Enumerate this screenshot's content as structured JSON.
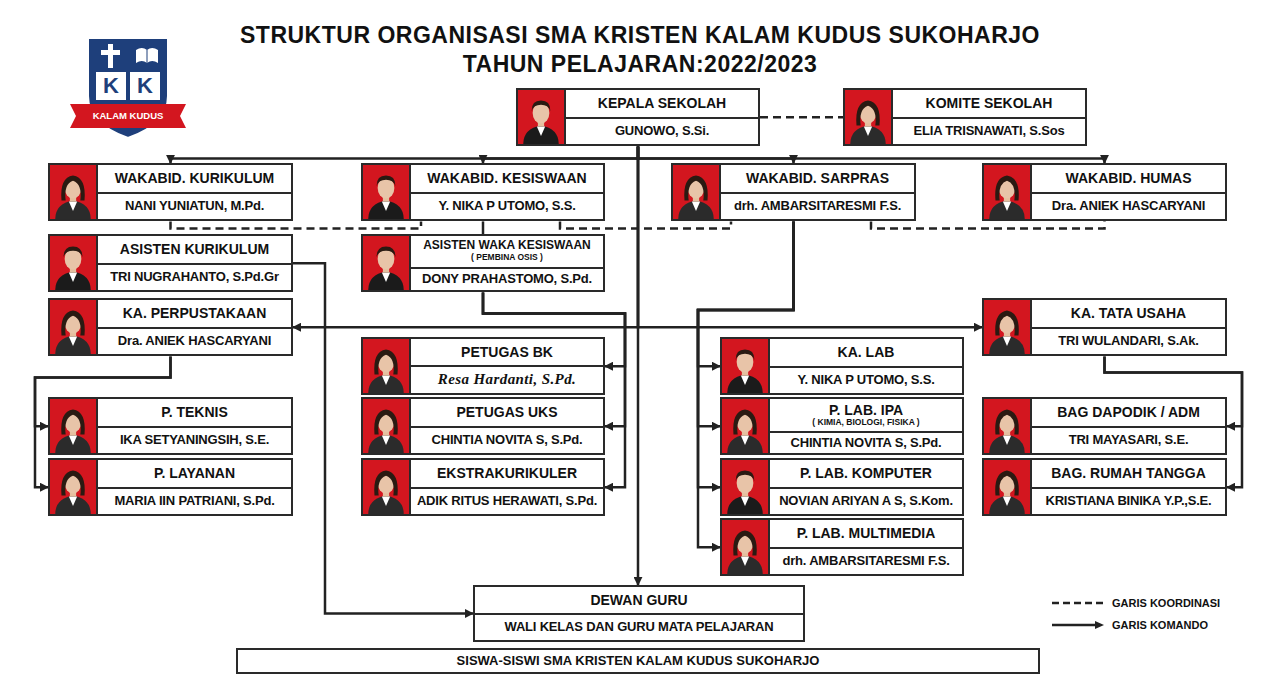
{
  "diagram": {
    "title": "STRUKTUR ORGANISASI SMA KRISTEN KALAM KUDUS SUKOHARJO",
    "nodes": [
      {
        "text": [
          "KEPALA SEKOLAH",
          "GUNOWO, S.Si."
        ]
      },
      {
        "text": [
          "KOMITE SEKOLAH",
          "ELIA TRISNAWATI, S.Sos"
        ]
      },
      {
        "text": [
          "WAKABID. KURIKULUM",
          "NANI YUNIATUN, M.Pd."
        ]
      },
      {
        "text": [
          "WAKABID. KESISWAAN",
          "Y. NIKA P UTOMO, S.S."
        ]
      },
      {
        "text": [
          "WAKABID. SARPRAS",
          "drh. AMBARSITARESMI F.S."
        ]
      },
      {
        "text": [
          "WAKABID. HUMAS",
          "Dra. ANIEK HASCARYANI"
        ]
      },
      {
        "text": [
          "ASISTEN KURIKULUM",
          "TRI NUGRAHANTO, S.Pd.Gr"
        ]
      },
      {
        "text": [
          "ASISTEN WAKA KESISWAAN",
          "( PEMBINA OSIS )",
          "DONY PRAHASTOMO, S.Pd."
        ]
      },
      {
        "text": [
          "KA. PERPUSTAKAAN",
          "Dra. ANIEK HASCARYANI"
        ]
      },
      {
        "text": [
          "KA. TATA USAHA",
          "TRI WULANDARI, S.Ak."
        ]
      },
      {
        "text": [
          "PETUGAS BK",
          "Resa Hardanti, S.Pd."
        ]
      },
      {
        "text": [
          "KA. LAB",
          "Y. NIKA P UTOMO, S.S."
        ]
      },
      {
        "text": [
          "P. TEKNIS",
          "IKA SETYANINGSIH, S.E."
        ]
      },
      {
        "text": [
          "PETUGAS UKS",
          "CHINTIA NOVITA S, S.Pd."
        ]
      },
      {
        "text": [
          "P. LAB. IPA",
          "( KIMIA, BIOLOGI, FISIKA )",
          "CHINTIA NOVITA S, S.Pd."
        ]
      },
      {
        "text": [
          "BAG DAPODIK / ADM",
          "TRI MAYASARI, S.E."
        ]
      },
      {
        "text": [
          "P. LAYANAN",
          "MARIA IIN PATRIANI, S.Pd."
        ]
      },
      {
        "text": [
          "EKSTRAKURIKULER",
          "ADIK RITUS HERAWATI, S.Pd."
        ]
      },
      {
        "text": [
          "P. LAB. KOMPUTER",
          "NOVIAN ARIYAN A S, S.Kom."
        ]
      },
      {
        "text": [
          "BAG. RUMAH TANGGA",
          "KRISTIANA BINIKA Y.P.,S.E."
        ]
      },
      {
        "text": [
          "P. LAB. MULTIMEDIA",
          "drh. AMBARSITARESMI F.S."
        ]
      },
      {
        "text": [
          "DEWAN GURU",
          "WALI KELAS DAN GURU MATA PELAJARAN"
        ]
      },
      {
        "text": [
          "SISWA-SISWI SMA KRISTEN KALAM KUDUS SUKOHARJO"
        ]
      }
    ],
    "edges": [
      {
        "from": 0,
        "to": 1,
        "arrow": "none"
      },
      {
        "from": 0,
        "to": 2,
        "arrow": "to"
      },
      {
        "from": 0,
        "to": 3,
        "arrow": "to"
      },
      {
        "from": 0,
        "to": 4,
        "arrow": "to"
      },
      {
        "from": 0,
        "to": 5,
        "arrow": "to"
      },
      {
        "from": 0,
        "to": 8,
        "arrow": "to"
      },
      {
        "from": 0,
        "to": 9,
        "arrow": "to"
      },
      {
        "from": 0,
        "to": 21,
        "arrow": "to"
      },
      {
        "from": 2,
        "to": 3,
        "arrow": "none"
      },
      {
        "from": 3,
        "to": 4,
        "arrow": "none"
      },
      {
        "from": 4,
        "to": 5,
        "arrow": "none"
      },
      {
        "from": 3,
        "to": 7,
        "arrow": "none"
      },
      {
        "from": 6,
        "to": 21,
        "arrow": "to"
      },
      {
        "from": 7,
        "to": 10,
        "arrow": "to"
      },
      {
        "from": 7,
        "to": 13,
        "arrow": "to"
      },
      {
        "from": 7,
        "to": 17,
        "arrow": "to"
      },
      {
        "from": 4,
        "to": 11,
        "arrow": "to"
      },
      {
        "from": 4,
        "to": 14,
        "arrow": "to"
      },
      {
        "from": 4,
        "to": 18,
        "arrow": "to"
      },
      {
        "from": 4,
        "to": 20,
        "arrow": "to"
      },
      {
        "from": 8,
        "to": 12,
        "arrow": "to"
      },
      {
        "from": 8,
        "to": 16,
        "arrow": "to"
      },
      {
        "from": 9,
        "to": 15,
        "arrow": "to"
      },
      {
        "from": 9,
        "to": 19,
        "arrow": "to"
      }
    ],
    "labels": [
      "TAHUN PELAJARAN:2022/2023",
      "K",
      "K",
      "KALAM KUDUS"
    ],
    "legend": [
      {
        "text": "GARIS KOORDINASI"
      },
      {
        "text": "GARIS KOMANDO"
      }
    ]
  }
}
